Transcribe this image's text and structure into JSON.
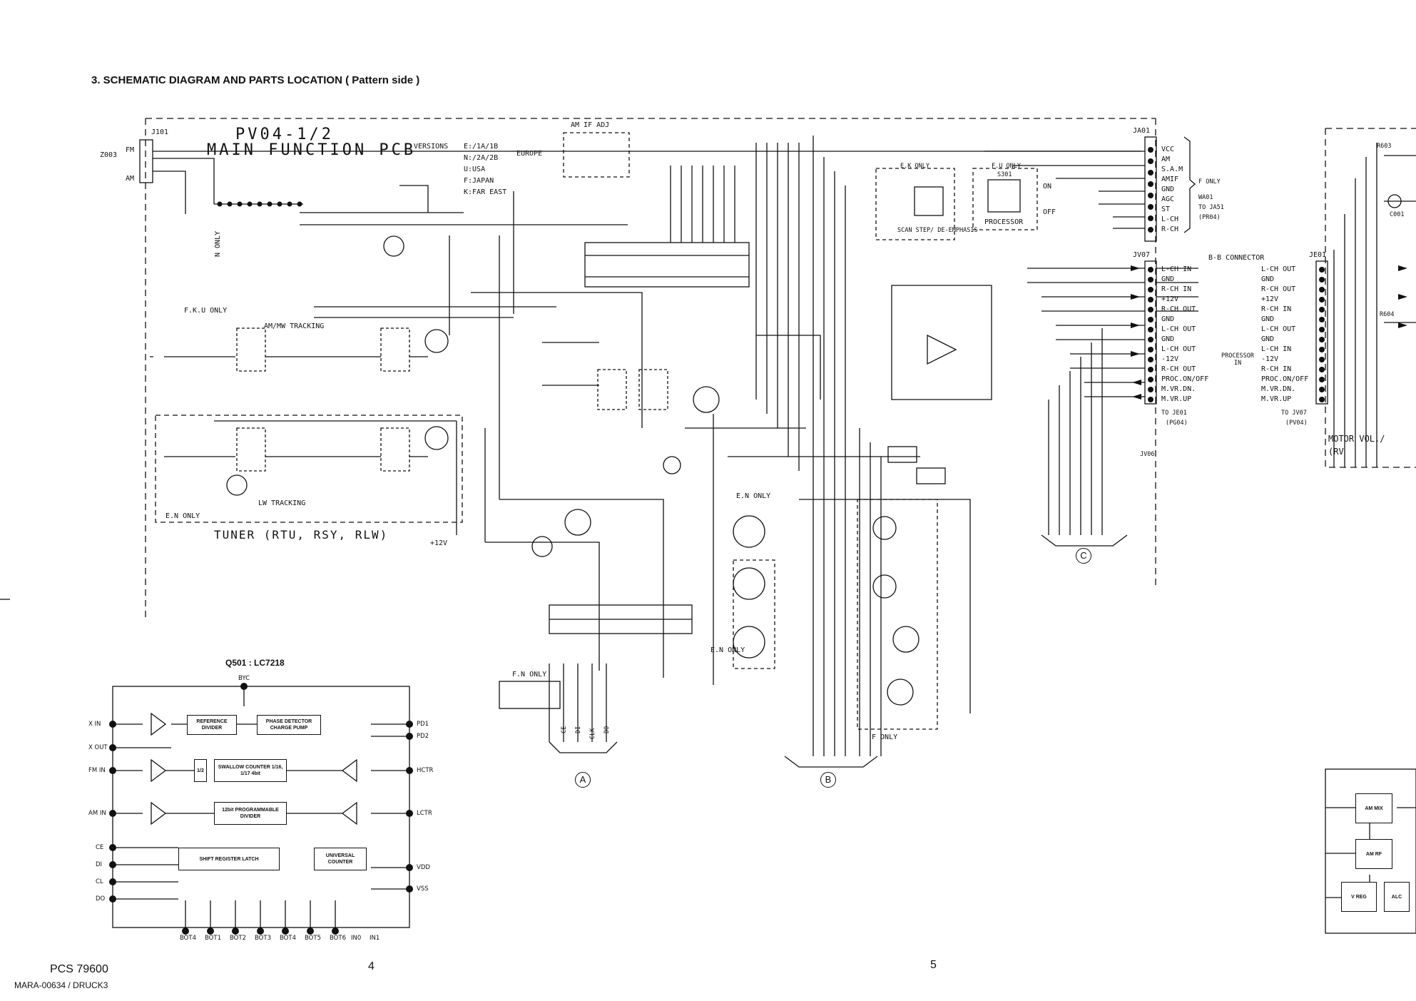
{
  "header": {
    "title": "3.  SCHEMATIC DIAGRAM AND PARTS LOCATION ( Pattern side )"
  },
  "board": {
    "name": "PV04-1/2",
    "subtitle": "MAIN FUNCTION PCB",
    "versions_label": "VERSIONS",
    "versions": [
      "E:/1A/1B",
      "N:/2A/2B",
      "U:USA",
      "F:JAPAN",
      "K:FAR EAST"
    ],
    "europe": "EUROPE"
  },
  "left_connector": {
    "label": "J101",
    "z": "Z003",
    "fm": "FM",
    "am": "AM"
  },
  "tuner": {
    "label": "TUNER (RTU, RSY, RLW)",
    "e_n_only": "E.N ONLY",
    "fku_only": "F.K.U ONLY",
    "amw_tracking": "AM/MW TRACKING",
    "lw_tracking": "LW TRACKING",
    "n_only": "N ONLY"
  },
  "top_labels": {
    "am_if_adj": "AM IF ADJ",
    "ek_only": "E.K ONLY",
    "fu_only": "F.U ONLY",
    "processor": "PROCESSOR",
    "scan_step": "SCAN STEP/ DE-EMPHASIS",
    "on": "ON",
    "off": "OFF",
    "s301": "S301"
  },
  "ja01": {
    "label": "JA01",
    "pins": [
      "VCC",
      "AM",
      "S.A.M",
      "AMIF",
      "GND",
      "AGC",
      "ST",
      "L-CH",
      "R-CH"
    ],
    "note": "F ONLY",
    "to_label": "WA01",
    "to": "TO JA51",
    "to_pcb": "(PR04)"
  },
  "jv07": {
    "label": "JV07",
    "bb_connector": "B-B CONNECTOR",
    "pins": [
      "L-CH IN",
      "GND",
      "R-CH IN",
      "+12V",
      "R-CH OUT",
      "GND",
      "L-CH OUT",
      "GND",
      "L-CH OUT",
      "-12V",
      "R-CH OUT",
      "PROC.ON/OFF",
      "M.VR.DN.",
      "M.VR.UP"
    ],
    "to": "TO JE01",
    "to_pcb": "(PG04)",
    "jv06": "JV06"
  },
  "je01": {
    "label": "JE01",
    "pins": [
      "L-CH OUT",
      "GND",
      "R-CH OUT",
      "+12V",
      "R-CH IN",
      "GND",
      "L-CH OUT",
      "GND",
      "L-CH IN",
      "-12V",
      "R-CH IN",
      "PROC.ON/OFF",
      "M.VR.DN.",
      "M.VR.UP"
    ],
    "processor_in": "PROCESSOR IN",
    "to": "TO JV07",
    "to_pcb": "(PV04)",
    "motor_vol": "MOTOR VOL./",
    "rv": "(RV"
  },
  "right_parts": {
    "r603": "R603",
    "c001": "C001",
    "r604": "R604"
  },
  "right_blocks": {
    "am_mix": "AM MIX",
    "am_rf": "AM RF",
    "v_reg": "V REG",
    "alc": "ALC"
  },
  "bottom_labels": {
    "fn_only": "F.N ONLY",
    "f_only": "F ONLY",
    "en_only": "E.N ONLY",
    "e_n_only2": "E.N ONLY",
    "plus12v": "+12V",
    "bus_pins": [
      "CE",
      "DI",
      "CLK",
      "DO"
    ]
  },
  "bus_markers": [
    "A",
    "B",
    "C"
  ],
  "ic": {
    "title": "Q501 : LC7218",
    "vcc": "BYC",
    "inputs": [
      "X IN",
      "X OUT",
      "FM IN",
      "AM IN",
      "CE",
      "DI",
      "CL",
      "DO"
    ],
    "outputs": [
      "PD1",
      "PD2",
      "HCTR",
      "LCTR",
      "VDD",
      "VSS"
    ],
    "blocks": {
      "ref_divider": "REFERENCE DIVIDER",
      "phase_detector": "PHASE DETECTOR CHARGE PUMP",
      "swallow": "SWALLOW COUNTER 1/16, 1/17 4bit",
      "prog_divider": "12bit PROGRAMMABLE DIVIDER",
      "shift_register": "SHIFT REGISTER LATCH",
      "universal": "UNIVERSAL COUNTER",
      "half": "1/2"
    },
    "bottom_pins": [
      "BOT4",
      "BOT1",
      "BOT2",
      "BOT3",
      "BOT4",
      "BOT5",
      "BOT6",
      "IN0",
      "IN1"
    ]
  },
  "footer": {
    "page_left": "4",
    "page_right": "5",
    "model": "PCS 79600",
    "code": "MARA-00634 / DRUCK3"
  }
}
